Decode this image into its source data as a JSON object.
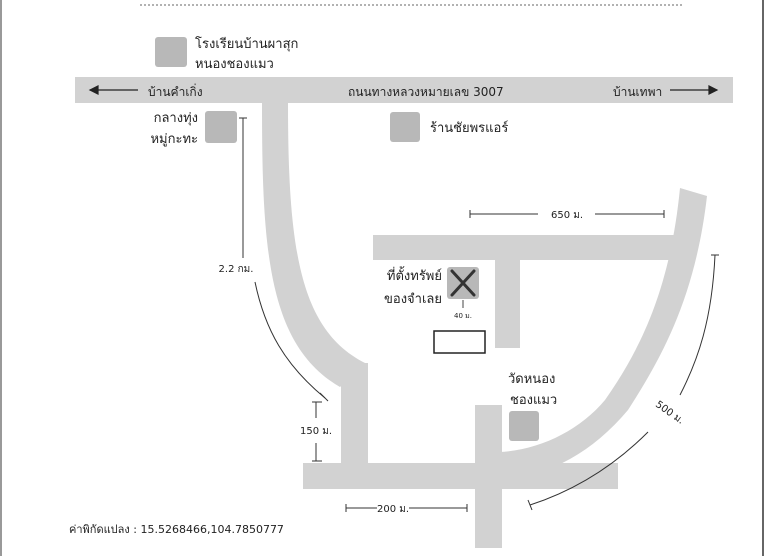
{
  "colors": {
    "road": "#d2d2d2",
    "landmark": "#b8b8b8",
    "line": "#333333",
    "text": "#222222"
  },
  "road_labels": {
    "main_road": "ถนนทางหลวงหมายเลข 3007",
    "left_direction": "บ้านคำเกิ่ง",
    "right_direction": "บ้านเทพา"
  },
  "landmarks": {
    "school": {
      "line1": "โรงเรียนบ้านผาสุก",
      "line2": "หนองชองแมว"
    },
    "village": {
      "line1": "กลางทุ่ง",
      "line2": "หมู่กะทะ"
    },
    "shop": {
      "label": "ร้านชัยพรแอร์"
    },
    "temple": {
      "line1": "วัดหนอง",
      "line2": "ชองแมว"
    },
    "property": {
      "line1": "ที่ตั้งทรัพย์",
      "line2": "ของจำเลย",
      "icon": "x-marker-icon"
    }
  },
  "distances": {
    "d_650": "650 ม.",
    "d_2_2km": "2.2 กม.",
    "d_40": "40 ม.",
    "d_500": "500 ม.",
    "d_150": "150 ม.",
    "d_200": "200 ม."
  },
  "coordinates_text": "ค่าพิกัดแปลง : 15.5268466,104.7850777"
}
